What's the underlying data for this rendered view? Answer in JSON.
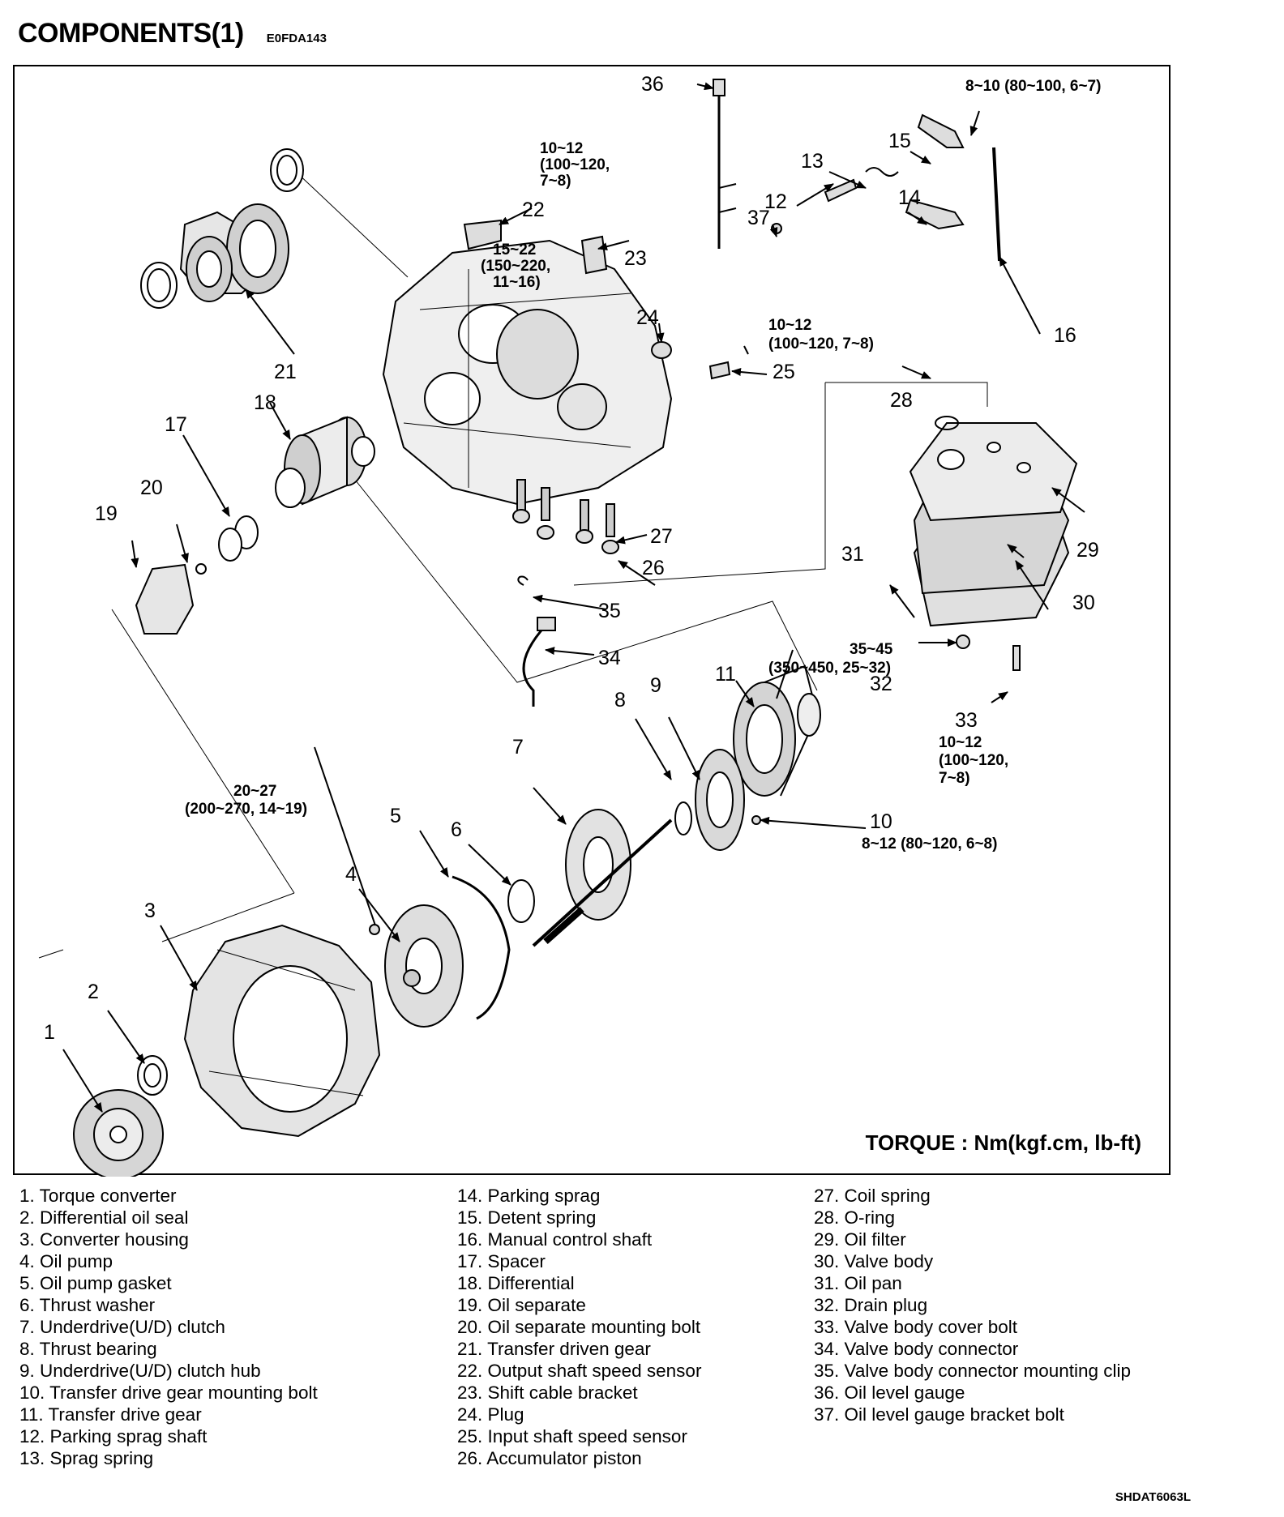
{
  "header": {
    "title": "COMPONENTS(1)",
    "code": "E0FDA143"
  },
  "torque_note": "TORQUE : Nm(kgf.cm, lb-ft)",
  "figure_code": "SHDAT6063L",
  "callouts": [
    "1",
    "2",
    "3",
    "4",
    "5",
    "6",
    "7",
    "8",
    "9",
    "10",
    "11",
    "12",
    "13",
    "14",
    "15",
    "16",
    "17",
    "18",
    "19",
    "20",
    "21",
    "22",
    "23",
    "24",
    "25",
    "26",
    "27",
    "28",
    "29",
    "30",
    "31",
    "32",
    "33",
    "34",
    "35",
    "36",
    "37"
  ],
  "torque_specs": [
    [
      "8~10 (80~100, 6~7)"
    ],
    [
      "10~12",
      "(100~120,",
      "7~8)"
    ],
    [
      "15~22",
      "(150~220,",
      "11~16)"
    ],
    [
      "10~12",
      "(100~120, 7~8)"
    ],
    [
      "35~45",
      "(350~450, 25~32)"
    ],
    [
      "10~12",
      "(100~120,",
      "7~8)"
    ],
    [
      "20~27",
      "(200~270, 14~19)"
    ],
    [
      "8~12 (80~120, 6~8)"
    ]
  ],
  "legend": [
    [
      "1. Torque converter",
      "2. Differential oil seal",
      "3. Converter housing",
      "4. Oil pump",
      "5. Oil pump gasket",
      "6. Thrust washer",
      "7. Underdrive(U/D) clutch",
      "8. Thrust bearing",
      "9. Underdrive(U/D) clutch hub",
      "10. Transfer drive gear mounting bolt",
      "11. Transfer drive gear",
      "12. Parking sprag shaft",
      "13. Sprag spring"
    ],
    [
      "14. Parking sprag",
      "15. Detent spring",
      "16. Manual control shaft",
      "17. Spacer",
      "18. Differential",
      "19. Oil separate",
      "20. Oil separate mounting bolt",
      "21. Transfer driven gear",
      "22. Output shaft speed sensor",
      "23. Shift cable bracket",
      "24. Plug",
      "25. Input shaft speed sensor",
      "26. Accumulator piston"
    ],
    [
      "27. Coil spring",
      "28. O-ring",
      "29. Oil filter",
      "30. Valve body",
      "31. Oil pan",
      "32. Drain plug",
      "33. Valve body cover bolt",
      "34. Valve body connector",
      "35. Valve body connector mounting clip",
      "36. Oil level gauge",
      "37. Oil level gauge bracket bolt"
    ]
  ]
}
